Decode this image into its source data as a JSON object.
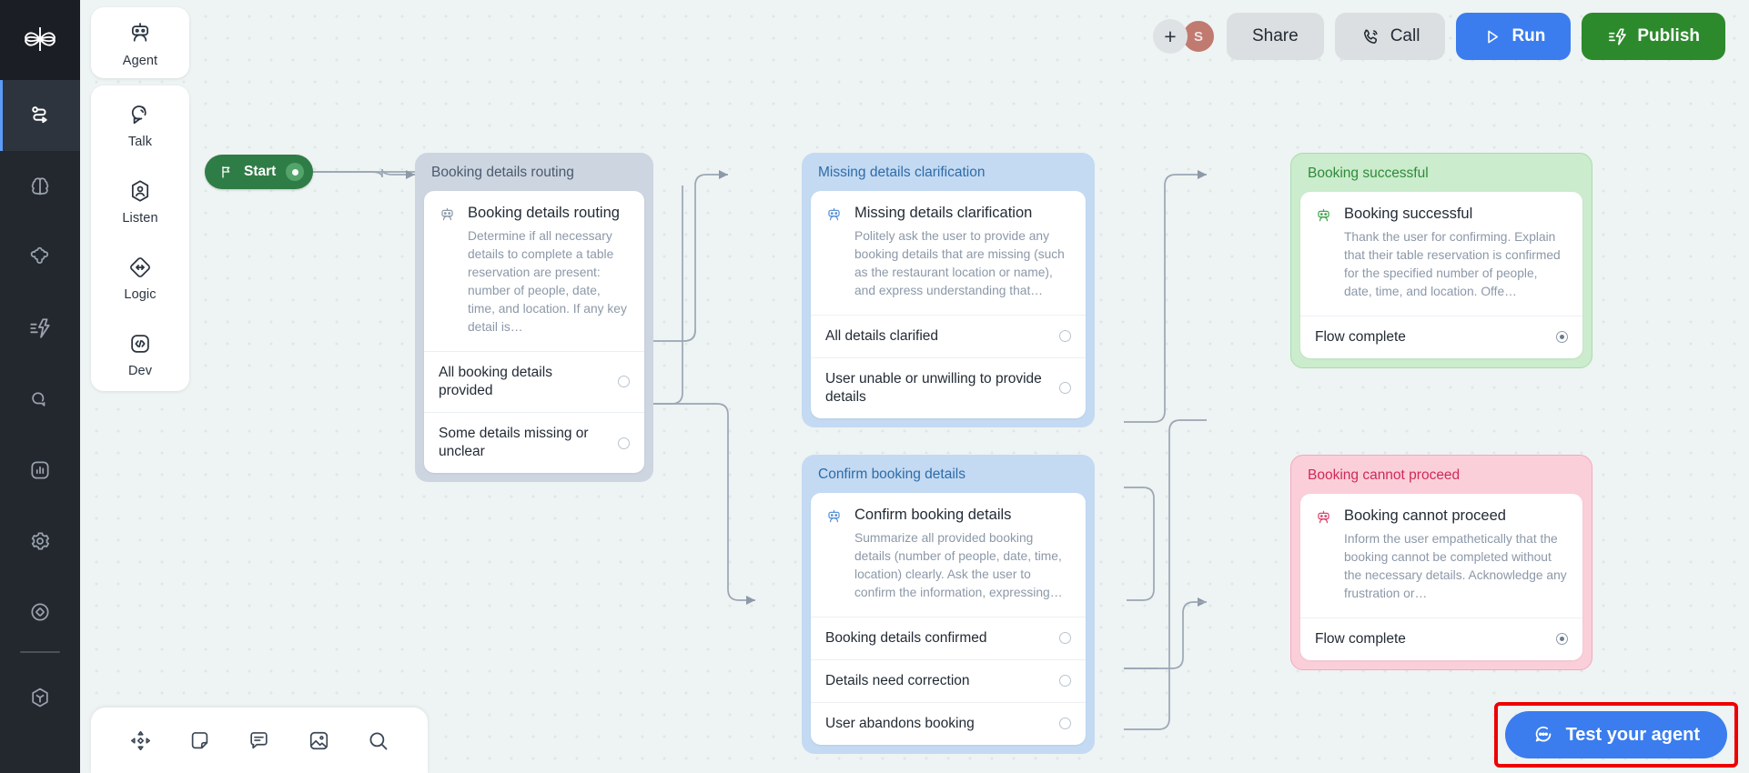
{
  "rail": {
    "logo": "clover-logo-icon",
    "items": [
      {
        "name": "flow-icon",
        "active": true
      },
      {
        "name": "brain-icon",
        "active": false
      },
      {
        "name": "puzzle-icon",
        "active": false
      },
      {
        "name": "actions-icon",
        "active": false
      },
      {
        "name": "chat-icon",
        "active": false
      },
      {
        "name": "analytics-icon",
        "active": false
      },
      {
        "name": "settings-icon",
        "active": false
      },
      {
        "name": "target-icon",
        "active": false
      },
      {
        "name": "cube-icon",
        "active": false
      }
    ]
  },
  "palette": {
    "items": [
      {
        "label": "Agent",
        "icon": "robot-icon"
      },
      {
        "label": "Talk",
        "icon": "speech-bubble-icon"
      },
      {
        "label": "Listen",
        "icon": "person-hex-icon"
      },
      {
        "label": "Logic",
        "icon": "diamond-arrows-icon"
      },
      {
        "label": "Dev",
        "icon": "code-icon"
      }
    ]
  },
  "toolbar": {
    "add_label": "+",
    "avatar_initial": "S",
    "share_label": "Share",
    "call_label": "Call",
    "run_label": "Run",
    "publish_label": "Publish",
    "colors": {
      "run": "#3b7dee",
      "publish": "#2c8a2c",
      "avatar": "#c07a70"
    }
  },
  "start": {
    "label": "Start"
  },
  "nodes": [
    {
      "id": "booking-details-routing",
      "header": "Booking details routing",
      "title": "Booking details routing",
      "desc": "Determine if all necessary details to complete a table reservation are present: number of people, date, time, and location. If any key detail is…",
      "variant": "grey",
      "outlets": [
        {
          "label": "All booking details provided",
          "filled": false
        },
        {
          "label": "Some details missing or unclear",
          "filled": false
        }
      ]
    },
    {
      "id": "missing-details-clarification",
      "header": "Missing details clarification",
      "title": "Missing details clarification",
      "desc": "Politely ask the user to provide any booking details that are missing (such as the restaurant location or name), and express understanding that…",
      "variant": "blue",
      "outlets": [
        {
          "label": "All details clarified",
          "filled": false
        },
        {
          "label": "User unable or unwilling to provide details",
          "filled": false
        }
      ]
    },
    {
      "id": "booking-successful",
      "header": "Booking successful",
      "title": "Booking successful",
      "desc": "Thank the user for confirming. Explain that their table reservation is confirmed for the specified number of people, date, time, and location. Offe…",
      "variant": "green",
      "outlets": [
        {
          "label": "Flow complete",
          "filled": true
        }
      ]
    },
    {
      "id": "confirm-booking-details",
      "header": "Confirm booking details",
      "title": "Confirm booking details",
      "desc": "Summarize all provided booking details (number of people, date, time, location) clearly. Ask the user to confirm the information, expressing…",
      "variant": "blue",
      "outlets": [
        {
          "label": "Booking details confirmed",
          "filled": false
        },
        {
          "label": "Details need correction",
          "filled": false
        },
        {
          "label": "User abandons booking",
          "filled": false
        }
      ]
    },
    {
      "id": "booking-cannot-proceed",
      "header": "Booking cannot proceed",
      "title": "Booking cannot proceed",
      "desc": "Inform the user empathetically that the booking cannot be completed without the necessary details. Acknowledge any frustration or…",
      "variant": "red",
      "outlets": [
        {
          "label": "Flow complete",
          "filled": true
        }
      ]
    }
  ],
  "dock": {
    "items": [
      {
        "icon": "move-tool-icon"
      },
      {
        "icon": "sticky-note-icon"
      },
      {
        "icon": "comment-icon"
      },
      {
        "icon": "image-icon"
      },
      {
        "icon": "search-icon"
      }
    ]
  },
  "test_agent": {
    "label": "Test your agent",
    "highlight_color": "#ef0000"
  }
}
